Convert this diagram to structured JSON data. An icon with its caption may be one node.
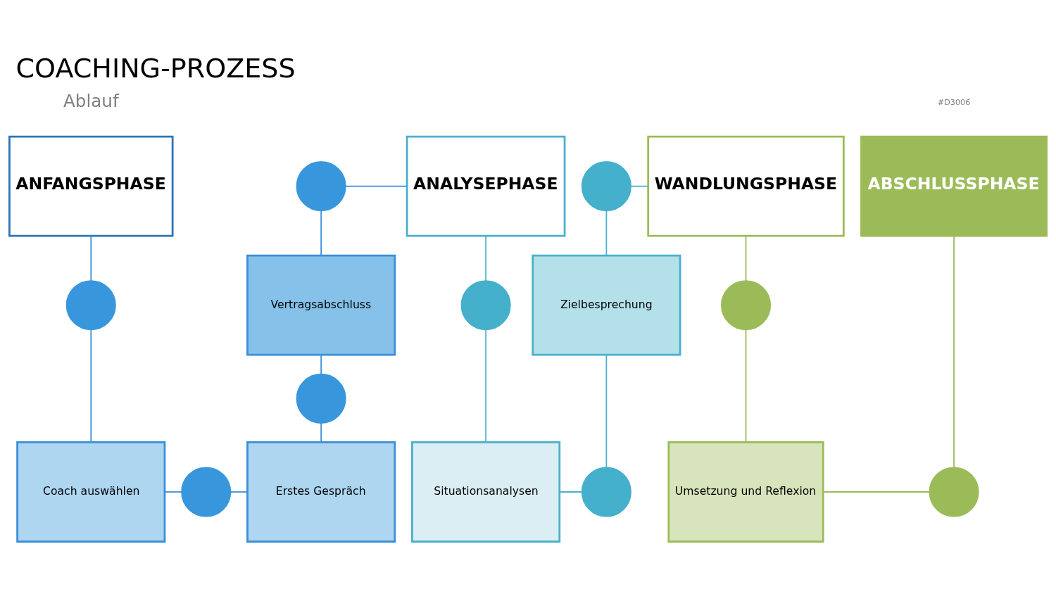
{
  "diagram": {
    "title": "COACHING-PROZESS",
    "nodes": [
      {
        "text": [
          "ANFANGSPHASE"
        ]
      },
      {
        "text": [],
        "shape": "circle"
      },
      {
        "text": [
          "Coach auswählen"
        ]
      },
      {
        "text": [],
        "shape": "circle"
      },
      {
        "text": [
          "Erstes Gespräch"
        ]
      },
      {
        "text": [],
        "shape": "circle"
      },
      {
        "text": [
          "Vertragsabschluss"
        ]
      },
      {
        "text": [],
        "shape": "circle"
      },
      {
        "text": [
          "ANALYSEPHASE"
        ]
      },
      {
        "text": [],
        "shape": "circle"
      },
      {
        "text": [
          "Situationsanalysen"
        ]
      },
      {
        "text": [],
        "shape": "circle"
      },
      {
        "text": [
          "Zielbesprechung"
        ]
      },
      {
        "text": [],
        "shape": "circle"
      },
      {
        "text": [
          "WANDLUNGSPHASE"
        ]
      },
      {
        "text": [],
        "shape": "circle"
      },
      {
        "text": [
          "Umsetzung und Reflexion"
        ]
      },
      {
        "text": [],
        "shape": "circle"
      },
      {
        "text": [
          "ABSCHLUSSPHASE"
        ]
      }
    ],
    "edges": [
      {
        "from": 0,
        "to": 1,
        "arrow": "none"
      },
      {
        "from": 1,
        "to": 2,
        "arrow": "none"
      },
      {
        "from": 2,
        "to": 3,
        "arrow": "none"
      },
      {
        "from": 3,
        "to": 4,
        "arrow": "none"
      },
      {
        "from": 5,
        "to": 4,
        "arrow": "none"
      },
      {
        "from": 6,
        "to": 5,
        "arrow": "none"
      },
      {
        "from": 7,
        "to": 6,
        "arrow": "none"
      },
      {
        "from": 7,
        "to": 8,
        "arrow": "none"
      },
      {
        "from": 8,
        "to": 9,
        "arrow": "none",
        "color": "#4ab0cc"
      },
      {
        "from": 9,
        "to": 10,
        "arrow": "none",
        "color": "#4ab0cc"
      },
      {
        "from": 10,
        "to": 11,
        "arrow": "none",
        "color": "#4ab0cc"
      },
      {
        "from": 12,
        "to": 11,
        "arrow": "none",
        "color": "#4ab0cc"
      },
      {
        "from": 13,
        "to": 12,
        "arrow": "none",
        "color": "#4ab0cc"
      },
      {
        "from": 13,
        "to": 14,
        "arrow": "none",
        "color": "#4ab0cc"
      },
      {
        "from": 14,
        "to": 15,
        "arrow": "none",
        "color": "#9bbb59"
      },
      {
        "from": 15,
        "to": 16,
        "arrow": "none",
        "color": "#9bbb59"
      },
      {
        "from": 16,
        "to": 17,
        "arrow": "none",
        "color": "#9bbb59"
      },
      {
        "from": 18,
        "to": 17,
        "arrow": "none",
        "color": "#9bbb59"
      }
    ],
    "labels": [
      "Ablauf",
      "#D3006"
    ]
  }
}
